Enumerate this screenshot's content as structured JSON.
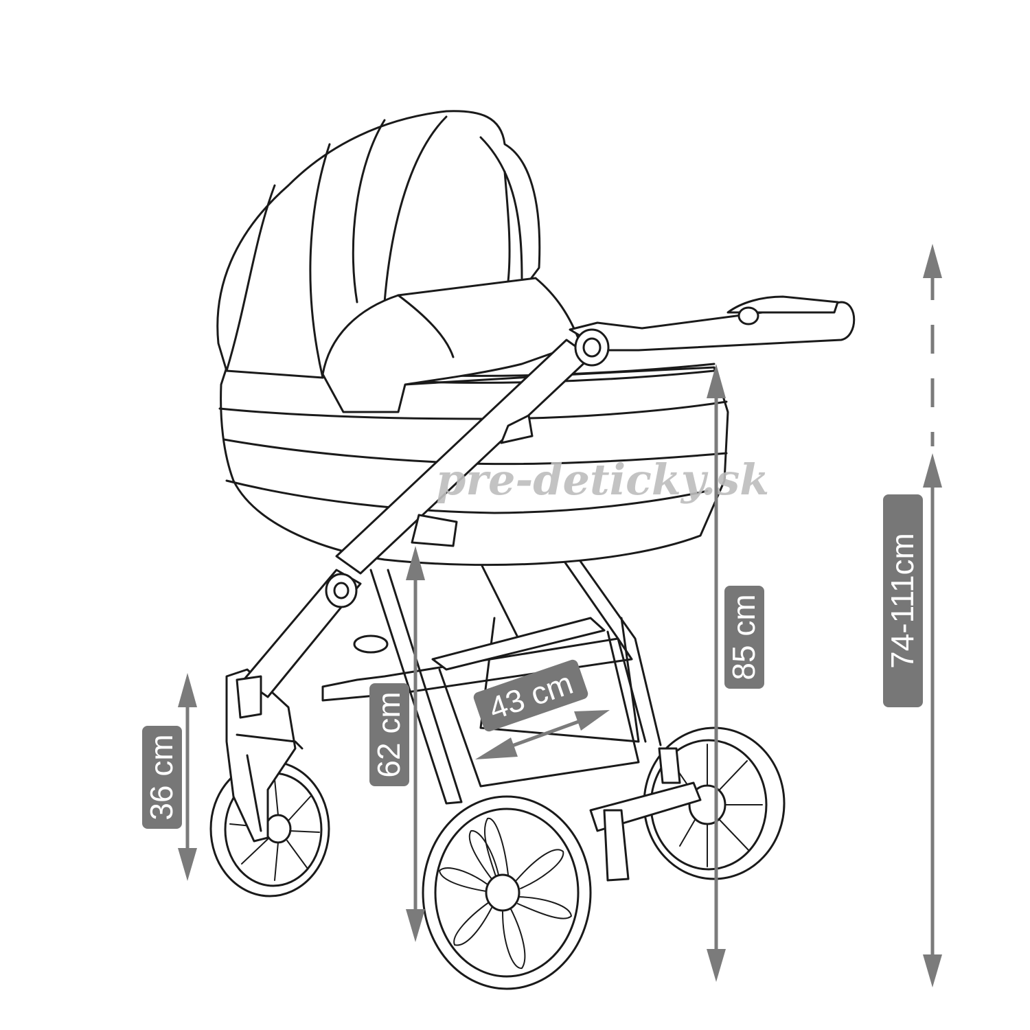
{
  "dimensions": {
    "handle_height": "74-111cm",
    "body_height": "85 cm",
    "seat_height": "62 cm",
    "basket_height": "36 cm",
    "width": "43 cm"
  },
  "watermark": "pre-deticky.sk",
  "colors": {
    "line": "#1a1a1a",
    "dimension": "#7b7b7b",
    "badge": "#777777",
    "badge_text": "#ffffff",
    "watermark": "#bdbdbd"
  }
}
